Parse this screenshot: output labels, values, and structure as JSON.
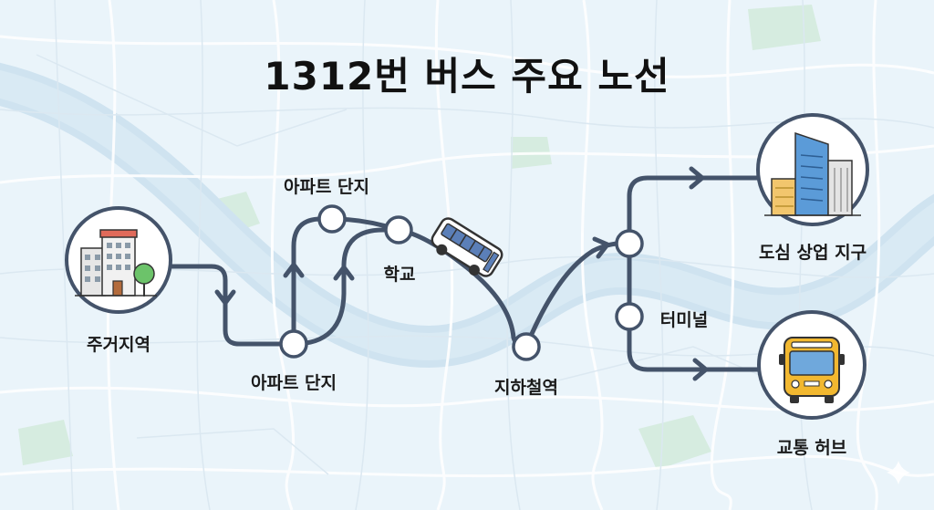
{
  "title": "1312번 버스 주요 노선",
  "stops": {
    "residential": "주거지역",
    "apartment_lower": "아파트 단지",
    "apartment_upper": "아파트 단지",
    "school": "학교",
    "subway": "지하철역",
    "terminal": "터미널",
    "downtown": "도심 상업 지구",
    "transit_hub": "교통 허브"
  },
  "colors": {
    "route": "#44536a",
    "station_fill": "#ffffff",
    "map_bg": "#eaf4fa",
    "river": "#cfe3f0",
    "park": "#d6ece0",
    "road": "#ffffff",
    "bus_body": "#f2b830",
    "building_blue": "#5b9bd8",
    "tree": "#6cc36a"
  },
  "icons": {
    "residential": "apartment-building-icon",
    "downtown": "skyscraper-icon",
    "transit_hub": "bus-front-icon",
    "moving_bus": "bus-icon"
  }
}
